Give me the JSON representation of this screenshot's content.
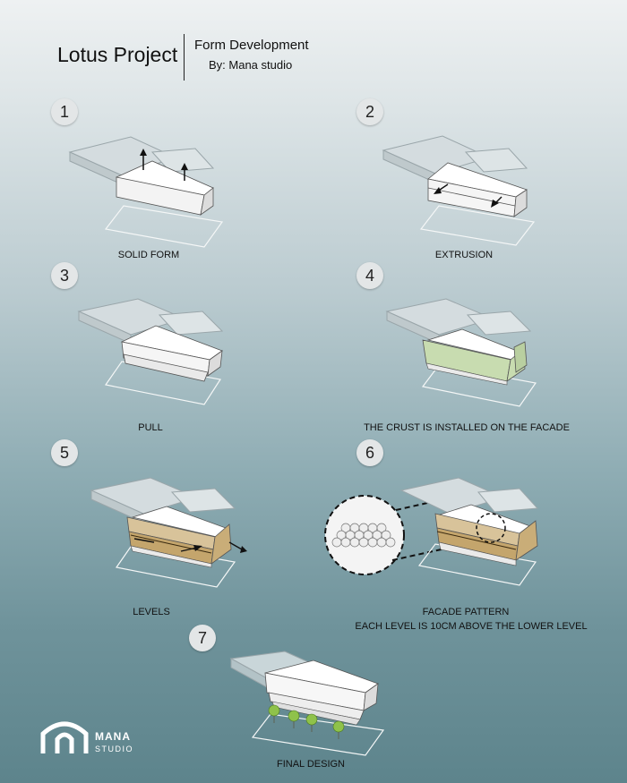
{
  "header": {
    "title": "Lotus Project",
    "subtitle": "Form Development",
    "author": "By: Mana studio"
  },
  "steps": [
    {
      "number": "1",
      "caption": "SOLID FORM"
    },
    {
      "number": "2",
      "caption": "EXTRUSION"
    },
    {
      "number": "3",
      "caption": "PULL"
    },
    {
      "number": "4",
      "caption": "THE CRUST IS INSTALLED ON THE FACADE"
    },
    {
      "number": "5",
      "caption": "LEVELS"
    },
    {
      "number": "6",
      "caption": "FACADE PATTERN",
      "caption2": "EACH LEVEL IS 10CM ABOVE THE LOWER LEVEL"
    },
    {
      "number": "7",
      "caption": "FINAL DESIGN"
    }
  ],
  "logo": {
    "line1": "MANA",
    "line2": "STUDIO"
  },
  "colors": {
    "crust_green": "#c8dcb0",
    "levels_tan": "#c4a56c",
    "tree_green": "#8fc24a",
    "accent_dark": "#2a2a2a"
  }
}
